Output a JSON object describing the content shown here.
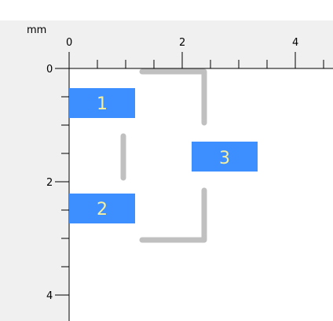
{
  "ruler": {
    "unit": "mm",
    "horizontal_labels": [
      "0",
      "2",
      "4"
    ],
    "vertical_labels": [
      "0",
      "2",
      "4"
    ],
    "background_color": "#f0f0f0"
  },
  "boxes": [
    {
      "label": "1",
      "color": "#3d8eff"
    },
    {
      "label": "2",
      "color": "#3d8eff"
    },
    {
      "label": "3",
      "color": "#3d8eff"
    }
  ],
  "colors": {
    "box_fill": "#3d8eff",
    "box_text": "#f5f0a0",
    "bracket": "#c0c0c0",
    "canvas": "#ffffff"
  }
}
